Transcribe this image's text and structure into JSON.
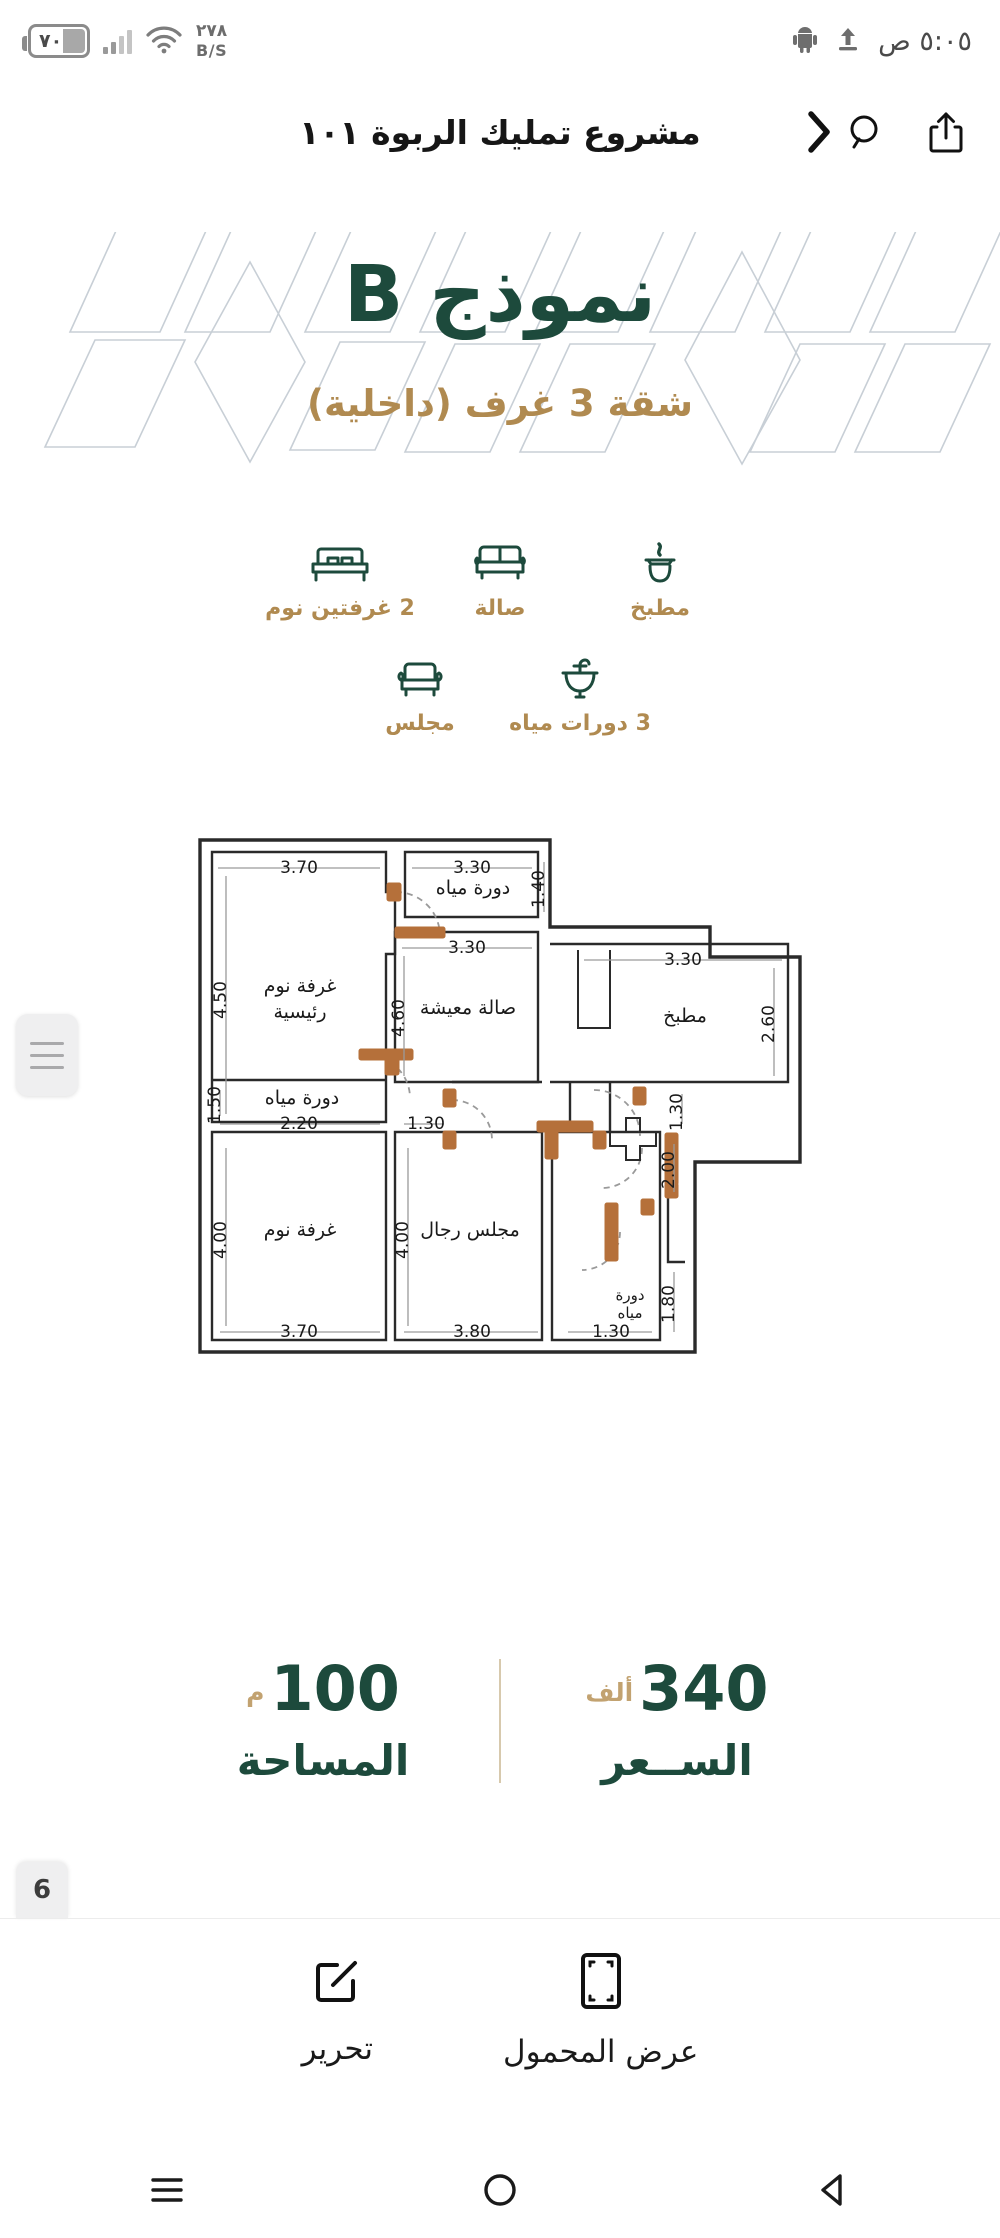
{
  "statusbar": {
    "battery_pct": "٧٠",
    "net_speed_value": "٢٧٨",
    "net_speed_unit": "B/S",
    "clock": "٥:٠٥ ص",
    "icons": [
      "battery-icon",
      "signal-bars-icon",
      "wifi-icon",
      "android-robot-icon",
      "upload-icon"
    ]
  },
  "navbar": {
    "title": "مشروع تمليك الربوة ١٠١",
    "share_label": "share-icon",
    "search_label": "search-icon",
    "back_label": "chevron-back-icon"
  },
  "hero": {
    "title": "نموذج B",
    "subtitle": "شقة 3 غرف (داخلية)",
    "title_color": "#1d4a3c",
    "subtitle_color": "#b08a50"
  },
  "features": {
    "row1": [
      {
        "label": "2 غرفتين نوم",
        "icon": "bed-icon"
      },
      {
        "label": "صالة",
        "icon": "sofa-icon"
      },
      {
        "label": "مطبخ",
        "icon": "kitchen-pot-icon"
      }
    ],
    "row2": [
      {
        "label": "مجلس",
        "icon": "armchair-icon"
      },
      {
        "label": "3 دورات مياه",
        "icon": "sink-icon"
      }
    ]
  },
  "floorplan": {
    "rooms": [
      {
        "name": "غرفة نوم رئيسية",
        "width": "3.70",
        "height": "4.50"
      },
      {
        "name": "دورة مياه",
        "width": "3.30",
        "height": "1.40"
      },
      {
        "name": "صالة معيشة",
        "width": "3.30",
        "height": "4.60"
      },
      {
        "name": "مطبخ",
        "width": "3.30",
        "height": "2.60"
      },
      {
        "name": "دورة مياه",
        "width": "2.20",
        "height": "1.50"
      },
      {
        "name": "غرفة نوم",
        "width": "3.70",
        "height": "4.00"
      },
      {
        "name": "مجلس رجال",
        "width": "3.80",
        "height": "4.00"
      },
      {
        "name": "دورة مياه",
        "width": "1.30",
        "height": "1.80"
      }
    ],
    "dimension_labels": [
      "3.70",
      "3.30",
      "1.40",
      "4.50",
      "3.30",
      "4.60",
      "3.30",
      "2.60",
      "1.50",
      "2.20",
      "1.30",
      "1.30",
      "4.00",
      "4.00",
      "2.00",
      "1.80",
      "3.70",
      "3.80",
      "1.30"
    ],
    "labels": {
      "master_bedroom_l1": "غرفة نوم",
      "master_bedroom_l2": "رئيسية",
      "bath_top": "دورة مياه",
      "living": "صالة معيشة",
      "kitchen": "مطبخ",
      "bath_mid": "دورة مياه",
      "bedroom": "غرفة نوم",
      "majlis": "مجلس رجال",
      "bath_small_l1": "دورة",
      "bath_small_l2": "مياه"
    },
    "door_color": "#b5703a",
    "wall_color": "#2a2a2a"
  },
  "stats": {
    "area": {
      "value": "100",
      "unit": "م",
      "label": "المساحة"
    },
    "price": {
      "value": "340",
      "unit": "ألف",
      "label": "الســعر"
    }
  },
  "page_badge": "6",
  "toolbar": {
    "items": [
      {
        "label": "عرض المحمول",
        "icon": "mobile-preview-icon"
      },
      {
        "label": "تحرير",
        "icon": "edit-pencil-icon"
      }
    ]
  },
  "android_nav": {
    "recents": "recents-icon",
    "home": "home-circle-icon",
    "back": "back-triangle-icon"
  }
}
